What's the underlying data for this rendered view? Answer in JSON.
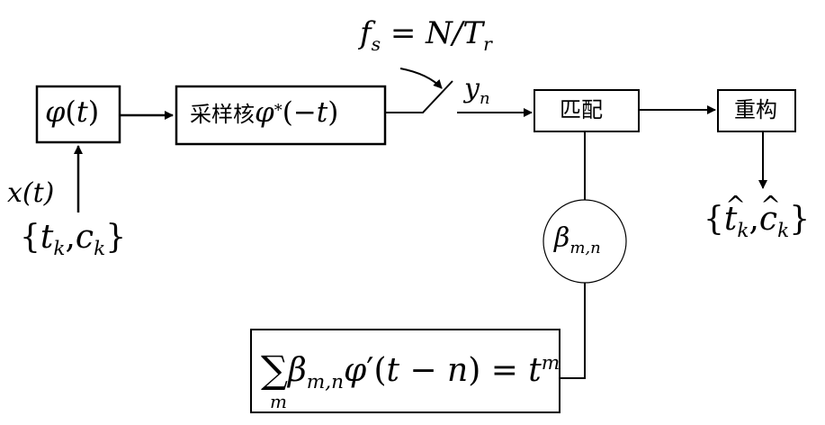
{
  "diagram": {
    "phi_block": {
      "func": "φ",
      "arg": "t"
    },
    "sampling_kernel": {
      "text": "采样核",
      "func": "φ",
      "sup": "*",
      "arg": "−t"
    },
    "sample_rate": {
      "lhs": "f",
      "lhs_sub": "s",
      "eq": "= N/T",
      "rhs_sub": "r"
    },
    "samples": {
      "sym": "y",
      "sub": "n"
    },
    "match_block": "匹配",
    "reconstruct_block": "重构",
    "input_signal": {
      "text": "x(t)"
    },
    "input_params": {
      "t": "t",
      "t_sub": "k",
      "sep": ",",
      "c": "c",
      "c_sub": "k"
    },
    "output_params": {
      "t": "t",
      "t_sub": "k",
      "sep": ",",
      "c": "c",
      "c_sub": "k"
    },
    "beta": {
      "sym": "β",
      "sub": "m,n"
    },
    "equation": {
      "sum": "∑",
      "sum_sub": "m",
      "beta": "β",
      "beta_sub": "m,n",
      "func": "φ",
      "prime": "′",
      "arg": "t − n",
      "eq": "= t",
      "exp": "m"
    }
  }
}
